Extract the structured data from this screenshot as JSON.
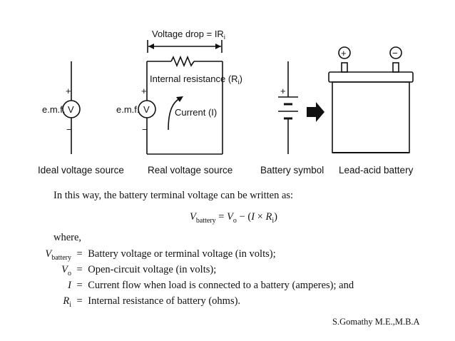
{
  "diagram": {
    "ideal_source": {
      "emf_label": "e.m.f.",
      "v_label": "V",
      "plus": "+",
      "minus": "−",
      "caption": "Ideal voltage source"
    },
    "real_source": {
      "emf_label": "e.m.f.",
      "v_label": "V",
      "plus": "+",
      "minus": "−",
      "voltage_drop": "Voltage drop = IR",
      "voltage_drop_sub": "i",
      "internal_resistance": "Internal resistance (R",
      "internal_resistance_sub": "i",
      "internal_resistance_close": ")",
      "current": "Current (I)",
      "caption": "Real voltage source"
    },
    "battery_symbol": {
      "plus": "+",
      "caption": "Battery symbol"
    },
    "lead_acid": {
      "plus": "+",
      "minus": "−",
      "caption": "Lead-acid battery"
    }
  },
  "text": {
    "intro": "In this way, the battery terminal voltage can be written as:",
    "formula": {
      "lhs": "V",
      "lhs_sub": "battery",
      "eq": "=",
      "v0": "V",
      "v0_sub": "o",
      "minus": "−",
      "open": "(",
      "i": "I",
      "times": "×",
      "r": "R",
      "r_sub": "i",
      "close": ")"
    },
    "where": "where,",
    "definitions": [
      {
        "symbol": "V",
        "sub": "battery",
        "eq": "=",
        "text": "Battery voltage or terminal voltage (in volts);"
      },
      {
        "symbol": "V",
        "sub": "o",
        "eq": "=",
        "text": "Open-circuit voltage (in volts);"
      },
      {
        "symbol": "I",
        "sub": "",
        "eq": "=",
        "text": "Current flow when load is connected to a battery (amperes); and"
      },
      {
        "symbol": "R",
        "sub": "i",
        "eq": "=",
        "text": "Internal resistance of battery (ohms)."
      }
    ]
  },
  "footer": {
    "author": "S.Gomathy M.E.,M.B.A"
  }
}
